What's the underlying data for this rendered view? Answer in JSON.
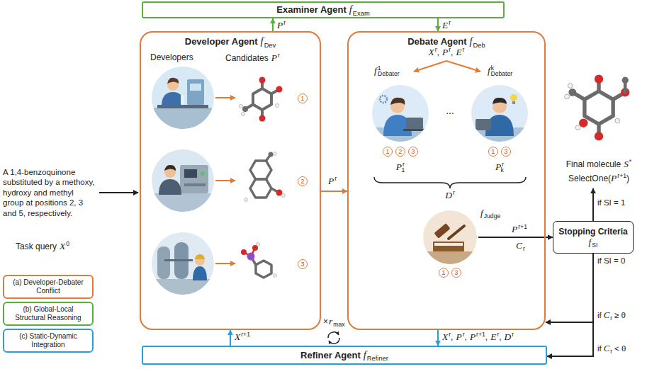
{
  "diagram": {
    "nodes": [
      {
        "text": [
          "Examiner Agent",
          "f",
          "Exam"
        ]
      },
      {
        "text": [
          "Developer Agent",
          "f",
          "Dev"
        ]
      },
      {
        "text": [
          "Debate Agent",
          "f",
          "Deb"
        ]
      },
      {
        "text": [
          "Refiner Agent",
          "f",
          "Refiner"
        ]
      },
      {
        "text": [
          "Stopping Criteria",
          "f",
          "SI"
        ]
      }
    ],
    "edges": [
      {
        "from": 1,
        "to": 0,
        "arrow": "to"
      },
      {
        "from": 0,
        "to": 2,
        "arrow": "to"
      },
      {
        "from": 1,
        "to": 2,
        "arrow": "to"
      },
      {
        "from": 2,
        "to": 3,
        "arrow": "to"
      },
      {
        "from": 3,
        "to": 1,
        "arrow": "to"
      },
      {
        "from": 2,
        "to": 4,
        "arrow": "to"
      },
      {
        "from": 4,
        "to": 2,
        "arrow": "to"
      },
      {
        "from": 4,
        "to": 3,
        "arrow": "to"
      }
    ],
    "labels": [
      "P",
      "r",
      "E",
      "r",
      "Developers",
      "Candidates",
      "P",
      "r",
      "1",
      "2",
      "3",
      "P",
      "r",
      "X",
      "r",
      ",",
      "P",
      "r",
      ",",
      "E",
      "r",
      "f",
      "1",
      "Debater",
      "...",
      "f",
      "k",
      "Debater",
      "1",
      "2",
      "3",
      "1",
      "3",
      "P",
      "r",
      "1",
      "P",
      "r",
      "k",
      "D",
      "r",
      "f",
      "Judge",
      "1",
      "3",
      "P",
      "r+1",
      "C",
      "r",
      "A 1,4-benzoquinone substituted by a methoxy, hydroxy and methyl group at positions 2, 3 and 5, respectively.",
      "Task query",
      "X",
      "0",
      "X",
      "r+1",
      "×",
      "r",
      "max",
      "X",
      "r",
      ",",
      "P",
      "r",
      ",",
      "P",
      "r+1",
      ",",
      "E",
      "r",
      ",",
      "D",
      "r",
      "Final molecule",
      "S",
      "*",
      "SelectOne(",
      "P",
      "r+1",
      ")",
      "if SI = 1",
      "if SI = 0",
      "if",
      "C",
      "r",
      "≥ θ",
      "if",
      "C",
      "r",
      "< θ"
    ],
    "legend": [
      {
        "text": "(a) Developer-Debater Conflict",
        "color": "#e07b39"
      },
      {
        "text": "(b) Global-Local Structural Reasoning",
        "color": "#5aae3c"
      },
      {
        "text": "(c) Static-Dynamic Integration",
        "color": "#2a9fd6"
      }
    ]
  }
}
